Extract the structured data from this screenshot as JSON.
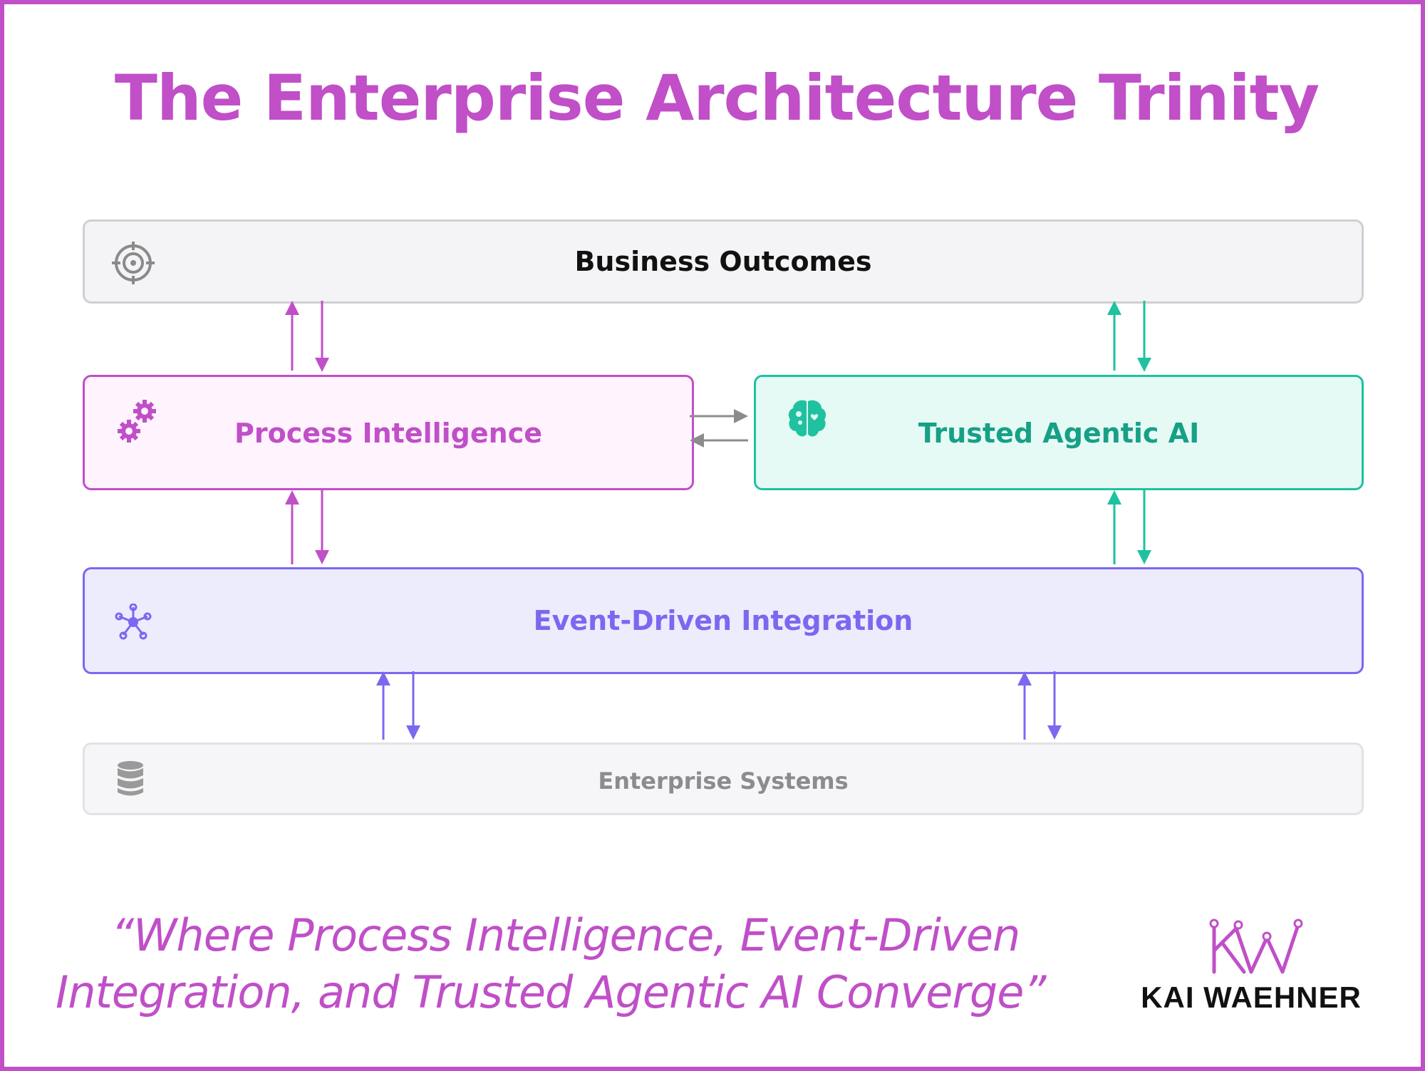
{
  "title": "The Enterprise Architecture Trinity",
  "layers": {
    "business_outcomes": {
      "label": "Business Outcomes",
      "icon": "target-icon"
    },
    "process_intelligence": {
      "label": "Process Intelligence",
      "icon": "gears-icon"
    },
    "trusted_agentic_ai": {
      "label": "Trusted Agentic AI",
      "icon": "brain-icon"
    },
    "event_driven_integration": {
      "label": "Event-Driven Integration",
      "icon": "network-hub-icon"
    },
    "enterprise_systems": {
      "label": "Enterprise Systems",
      "icon": "database-icon"
    }
  },
  "quote": {
    "line1": "“Where Process Intelligence, Event-Driven",
    "line2": "Integration, and Trusted Agentic AI Converge”"
  },
  "logo": {
    "text": "KAI WAEHNER",
    "mark": "KW"
  },
  "colors": {
    "magenta": "#c04fc8",
    "teal": "#1ec2a0",
    "violet": "#7b68f0",
    "gray": "#8c8c8c"
  }
}
